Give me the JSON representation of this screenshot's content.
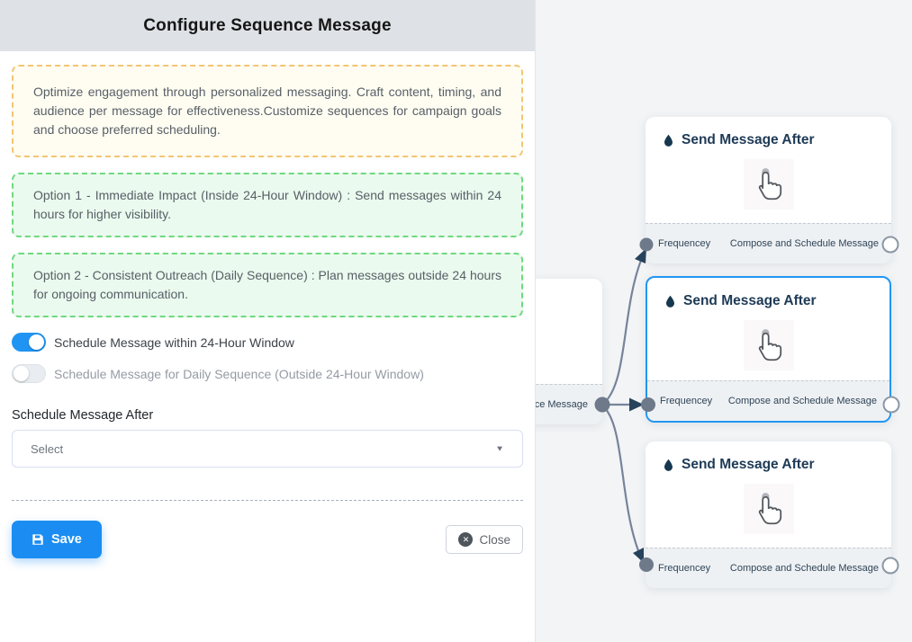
{
  "panel": {
    "title": "Configure Sequence Message",
    "info_note": "Optimize engagement through personalized messaging. Craft content, timing, and audience per message for effectiveness.Customize sequences for campaign goals and choose preferred scheduling.",
    "options": [
      {
        "text": "Option 1 - Immediate Impact (Inside 24-Hour Window) : Send messages within 24 hours for higher visibility."
      },
      {
        "text": "Option 2 - Consistent Outreach (Daily Sequence) : Plan messages outside 24 hours for ongoing communication."
      }
    ],
    "toggles": [
      {
        "label": "Schedule Message within 24-Hour Window",
        "state": "on"
      },
      {
        "label": "Schedule Message for Daily Sequence (Outside 24-Hour Window)",
        "state": "off"
      }
    ],
    "schedule_after": {
      "label": "Schedule Message After",
      "value": "Select"
    },
    "buttons": {
      "save": "Save",
      "close": "Close"
    }
  },
  "flow": {
    "partial_node": {
      "footer_text": "ce Message"
    },
    "nodes": [
      {
        "title": "Send Message After",
        "footer_left": "Frequencey",
        "footer_right": "Compose and Schedule Message",
        "selected": false
      },
      {
        "title": "Send Message After",
        "footer_left": "Frequencey",
        "footer_right": "Compose and Schedule Message",
        "selected": true
      },
      {
        "title": "Send Message After",
        "footer_left": "Frequencey",
        "footer_right": "Compose and Schedule Message",
        "selected": false
      }
    ]
  },
  "icons": {
    "save_button": "floppy-icon",
    "close_button": "circle-x-icon",
    "select": "caret-down-icon",
    "node_title": "droplet-icon",
    "node_body": "hand-pointer-icon"
  },
  "colors": {
    "accent_blue": "#2094f3",
    "save_blue": "#1b8df2",
    "header_gray": "#dee2e6",
    "canvas_gray": "#f2f4f6",
    "note_border": "#f3c573",
    "note_bg": "#fffdf2",
    "option_border": "#6fd97f",
    "option_bg": "#eafaef",
    "node_title_navy": "#1e3a56",
    "edge_gray": "#76839b",
    "arrow_navy": "#27425c",
    "handle_gray": "#6e7a8a",
    "selected_border": "#2196f3"
  }
}
